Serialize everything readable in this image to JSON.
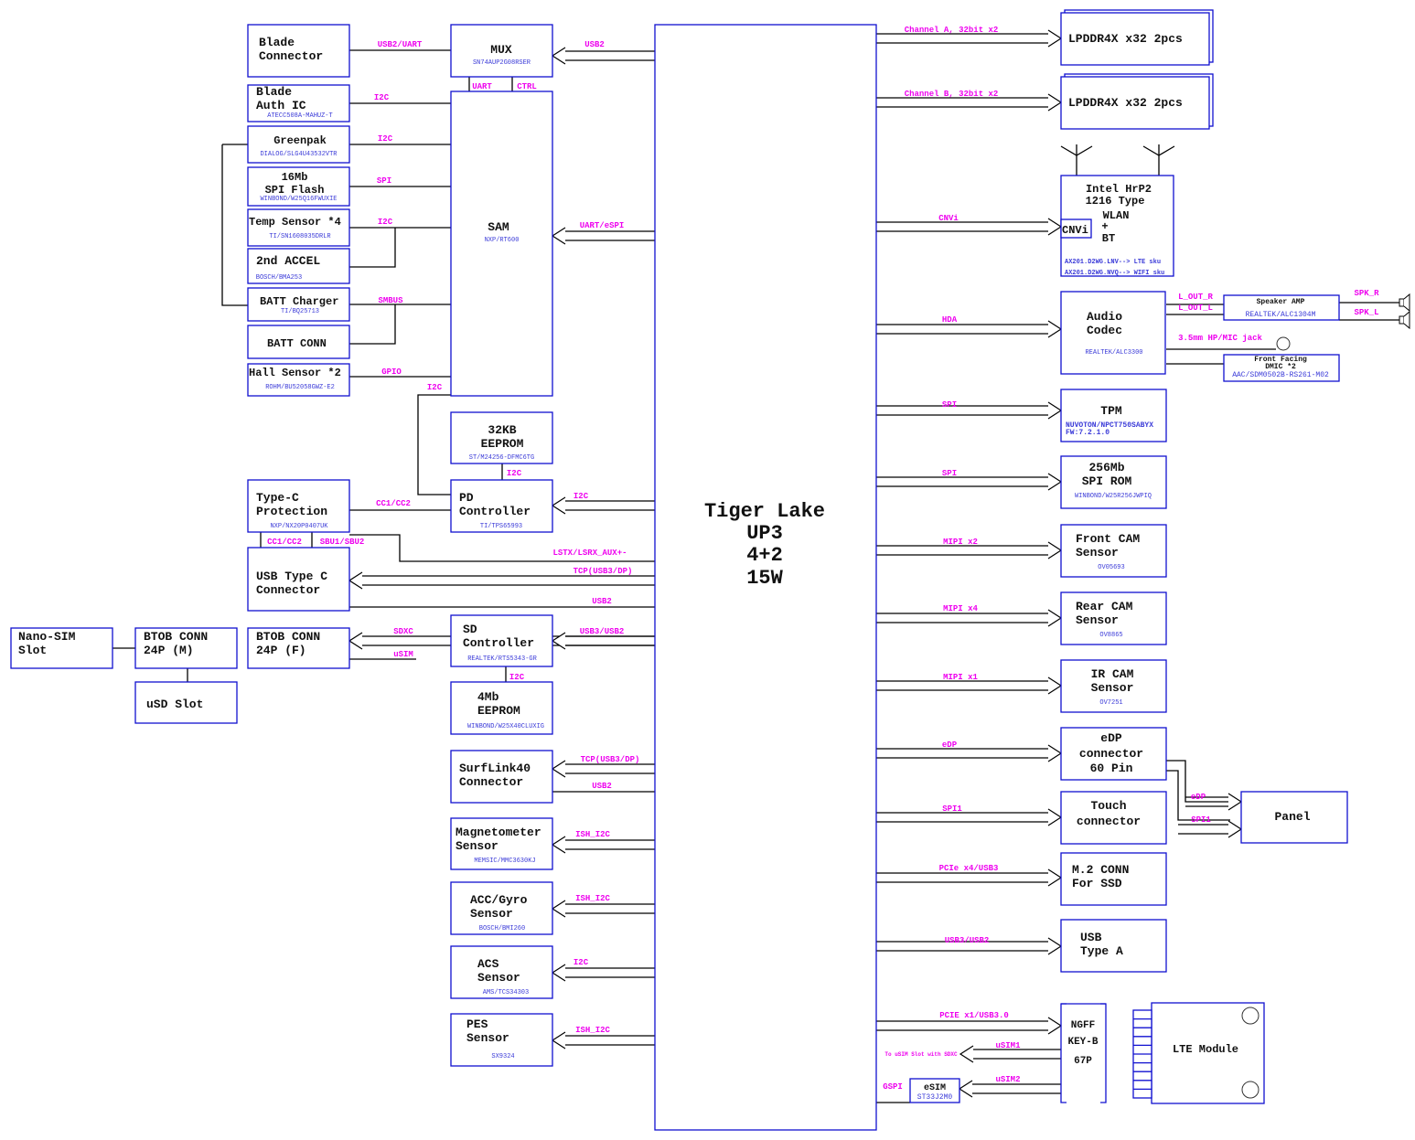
{
  "title": "Tiger Lake UP3 System Block Diagram",
  "colors": {
    "box_border": "#1010d0",
    "signal_label": "#ee00ee",
    "part_number": "#3a3ad8",
    "wire": "#000000"
  },
  "cpu": {
    "lines": [
      "Tiger Lake",
      "UP3",
      "4+2",
      "15W"
    ]
  },
  "blocks": [
    {
      "id": "blade-connector",
      "lines": [
        "Blade",
        "Connector"
      ],
      "part": ""
    },
    {
      "id": "mux",
      "lines": [
        "MUX"
      ],
      "part": "SN74AUP2G08RSER"
    },
    {
      "id": "blade-auth-ic",
      "lines": [
        "Blade",
        "Auth IC"
      ],
      "part": "ATECC508A-MAHUZ-T"
    },
    {
      "id": "greenpak",
      "lines": [
        "Greenpak"
      ],
      "part": "DIALOG/SLG4U43532VTR"
    },
    {
      "id": "spi-flash-16mb",
      "lines": [
        "16Mb",
        "SPI Flash"
      ],
      "part": "WINBOND/W25Q16FWUXIE"
    },
    {
      "id": "temp-sensor",
      "lines": [
        "Temp Sensor *4"
      ],
      "part": "TI/SN1608035DRLR"
    },
    {
      "id": "second-accel",
      "lines": [
        "2nd ACCEL"
      ],
      "part": "BOSCH/BMA253"
    },
    {
      "id": "batt-charger",
      "lines": [
        "BATT Charger"
      ],
      "part": "TI/BQ25713"
    },
    {
      "id": "batt-conn",
      "lines": [
        "BATT CONN"
      ],
      "part": ""
    },
    {
      "id": "hall-sensor",
      "lines": [
        "Hall Sensor *2"
      ],
      "part": "ROHM/BU52058GWZ-E2"
    },
    {
      "id": "sam",
      "lines": [
        "SAM"
      ],
      "part": "NXP/RT600"
    },
    {
      "id": "eeprom-32kb",
      "lines": [
        "32KB",
        "EEPROM"
      ],
      "part": "ST/M24256-DFMC6TG"
    },
    {
      "id": "typec-protection",
      "lines": [
        "Type-C",
        "Protection"
      ],
      "part": "NXP/NX20P0407UK"
    },
    {
      "id": "pd-controller",
      "lines": [
        "PD",
        "Controller"
      ],
      "part": "TI/TPS65993"
    },
    {
      "id": "usb-typec-connector",
      "lines": [
        "USB Type C",
        "Connector"
      ],
      "part": ""
    },
    {
      "id": "nano-sim-slot",
      "lines": [
        "Nano-SIM",
        "Slot"
      ],
      "part": ""
    },
    {
      "id": "btob-conn-m",
      "lines": [
        "BTOB CONN",
        "24P (M)"
      ],
      "part": ""
    },
    {
      "id": "usd-slot",
      "lines": [
        "uSD Slot"
      ],
      "part": ""
    },
    {
      "id": "btob-conn-f",
      "lines": [
        "BTOB CONN",
        "24P (F)"
      ],
      "part": ""
    },
    {
      "id": "sd-controller",
      "lines": [
        "SD",
        "Controller"
      ],
      "part": "REALTEK/RTS5343-GR"
    },
    {
      "id": "eeprom-4mb",
      "lines": [
        "4Mb",
        "EEPROM"
      ],
      "part": "WINBOND/W25X40CLUXIG"
    },
    {
      "id": "surflink40",
      "lines": [
        "SurfLink40",
        "Connector"
      ],
      "part": ""
    },
    {
      "id": "magnetometer",
      "lines": [
        "Magnetometer",
        "Sensor"
      ],
      "part": "MEMSIC/MMC3630KJ"
    },
    {
      "id": "acc-gyro",
      "lines": [
        "ACC/Gyro",
        "Sensor"
      ],
      "part": "BOSCH/BMI260"
    },
    {
      "id": "acs-sensor",
      "lines": [
        "ACS",
        "Sensor"
      ],
      "part": "AMS/TCS34303"
    },
    {
      "id": "pes-sensor",
      "lines": [
        "PES",
        "Sensor"
      ],
      "part": "SX9324"
    },
    {
      "id": "lpddr4x-a",
      "lines": [
        "LPDDR4X x32 2pcs"
      ],
      "part": ""
    },
    {
      "id": "lpddr4x-b",
      "lines": [
        "LPDDR4X x32 2pcs"
      ],
      "part": ""
    },
    {
      "id": "wlan-bt",
      "lines": [
        "Intel HrP2",
        "1216 Type",
        "WLAN",
        "+",
        "BT"
      ],
      "part_lines": [
        "AX201.D2WG.LNV--> LTE sku",
        "AX201.D2WG.NVQ--> WIFI sku"
      ],
      "sub": "CNVi"
    },
    {
      "id": "audio-codec",
      "lines": [
        "Audio",
        "Codec"
      ],
      "part": "REALTEK/ALC3300"
    },
    {
      "id": "speaker-amp",
      "lines": [
        "Speaker AMP"
      ],
      "part": "REALTEK/ALC1304M"
    },
    {
      "id": "dmic",
      "lines": [
        "Front Facing",
        "DMIC *2"
      ],
      "part": "AAC/SDM0502B-RS261-M02"
    },
    {
      "id": "tpm",
      "lines": [
        "TPM"
      ],
      "part_lines": [
        "NUVOTON/NPCT750SABYX",
        "FW:7.2.1.0"
      ]
    },
    {
      "id": "spi-rom-256mb",
      "lines": [
        "256Mb",
        "SPI ROM"
      ],
      "part": "WINBOND/W25R256JWPIQ"
    },
    {
      "id": "front-cam",
      "lines": [
        "Front CAM",
        "Sensor"
      ],
      "part": "OV05693"
    },
    {
      "id": "rear-cam",
      "lines": [
        "Rear CAM",
        "Sensor"
      ],
      "part": "OV8865"
    },
    {
      "id": "ir-cam",
      "lines": [
        "IR CAM",
        "Sensor"
      ],
      "part": "OV7251"
    },
    {
      "id": "edp-connector",
      "lines": [
        "eDP",
        "connector",
        "60 Pin"
      ],
      "part": ""
    },
    {
      "id": "touch-connector",
      "lines": [
        "Touch",
        "connector"
      ],
      "part": ""
    },
    {
      "id": "panel",
      "lines": [
        "Panel"
      ],
      "part": ""
    },
    {
      "id": "m2-ssd",
      "lines": [
        "M.2 CONN",
        "For SSD"
      ],
      "part": ""
    },
    {
      "id": "usb-type-a",
      "lines": [
        "USB",
        "Type A"
      ],
      "part": ""
    },
    {
      "id": "ngff-keyb",
      "lines": [
        "NGFF",
        "KEY-B",
        "67P"
      ],
      "part": ""
    },
    {
      "id": "lte-module",
      "lines": [
        "LTE Module"
      ],
      "part": ""
    },
    {
      "id": "esim",
      "lines": [
        "eSIM"
      ],
      "part": "ST33J2M0"
    }
  ],
  "signals": [
    {
      "id": "blade-usb2-uart",
      "label": "USB2/UART"
    },
    {
      "id": "mux-usb2",
      "label": "USB2"
    },
    {
      "id": "mux-uart",
      "label": "UART"
    },
    {
      "id": "mux-ctrl",
      "label": "CTRL"
    },
    {
      "id": "auth-i2c",
      "label": "I2C"
    },
    {
      "id": "greenpak-i2c",
      "label": "I2C"
    },
    {
      "id": "flash-spi",
      "label": "SPI"
    },
    {
      "id": "temp-i2c",
      "label": "I2C"
    },
    {
      "id": "batt-smbus",
      "label": "SMBUS"
    },
    {
      "id": "hall-gpio",
      "label": "GPIO"
    },
    {
      "id": "sam-uart-espi",
      "label": "UART/eSPI"
    },
    {
      "id": "sam-pd-i2c",
      "label": "I2C"
    },
    {
      "id": "eeprom-i2c",
      "label": "I2C"
    },
    {
      "id": "pd-i2c",
      "label": "I2C"
    },
    {
      "id": "typec-cc",
      "label": "CC1/CC2"
    },
    {
      "id": "conn-cc",
      "label": "CC1/CC2"
    },
    {
      "id": "conn-sbu",
      "label": "SBU1/SBU2"
    },
    {
      "id": "lstx-aux",
      "label": "LSTX/LSRX_AUX+-"
    },
    {
      "id": "typec-tcp",
      "label": "TCP(USB3/DP)"
    },
    {
      "id": "typec-usb2",
      "label": "USB2"
    },
    {
      "id": "sd-sdxc",
      "label": "SDXC"
    },
    {
      "id": "sd-usim",
      "label": "uSIM"
    },
    {
      "id": "sd-usb",
      "label": "USB3/USB2"
    },
    {
      "id": "sd-eeprom-i2c",
      "label": "I2C"
    },
    {
      "id": "surflink-tcp",
      "label": "TCP(USB3/DP)"
    },
    {
      "id": "surflink-usb2",
      "label": "USB2"
    },
    {
      "id": "mag-i2c",
      "label": "ISH_I2C"
    },
    {
      "id": "accgyro-i2c",
      "label": "ISH_I2C"
    },
    {
      "id": "acs-i2c",
      "label": "I2C"
    },
    {
      "id": "pes-i2c",
      "label": "ISH_I2C"
    },
    {
      "id": "ch-a",
      "label": "Channel A, 32bit x2"
    },
    {
      "id": "ch-b",
      "label": "Channel B, 32bit x2"
    },
    {
      "id": "cnvi",
      "label": "CNVi"
    },
    {
      "id": "hda",
      "label": "HDA"
    },
    {
      "id": "tpm-spi",
      "label": "SPI"
    },
    {
      "id": "rom-spi",
      "label": "SPI"
    },
    {
      "id": "mipi2",
      "label": "MIPI x2"
    },
    {
      "id": "mipi4",
      "label": "MIPI x4"
    },
    {
      "id": "mipi1",
      "label": "MIPI x1"
    },
    {
      "id": "edp",
      "label": "eDP"
    },
    {
      "id": "spi1",
      "label": "SPI1"
    },
    {
      "id": "pcie-ssd",
      "label": "PCIe x4/USB3"
    },
    {
      "id": "usb-a",
      "label": "USB3/USB2"
    },
    {
      "id": "pcie-wwan",
      "label": "PCIE x1/USB3.0"
    },
    {
      "id": "usim1",
      "label": "uSIM1"
    },
    {
      "id": "usim1-note",
      "label": "To uSIM Slot with SDXC"
    },
    {
      "id": "usim2",
      "label": "uSIM2"
    },
    {
      "id": "gspi",
      "label": "GSPI"
    },
    {
      "id": "lout-r",
      "label": "L_OUT_R"
    },
    {
      "id": "lout-l",
      "label": "L_OUT_L"
    },
    {
      "id": "spk-r",
      "label": "SPK_R"
    },
    {
      "id": "spk-l",
      "label": "SPK_L"
    },
    {
      "id": "hp-jack",
      "label": "3.5mm HP/MIC jack"
    },
    {
      "id": "panel-edp",
      "label": "eDP"
    },
    {
      "id": "panel-spi1",
      "label": "SPI1"
    }
  ]
}
